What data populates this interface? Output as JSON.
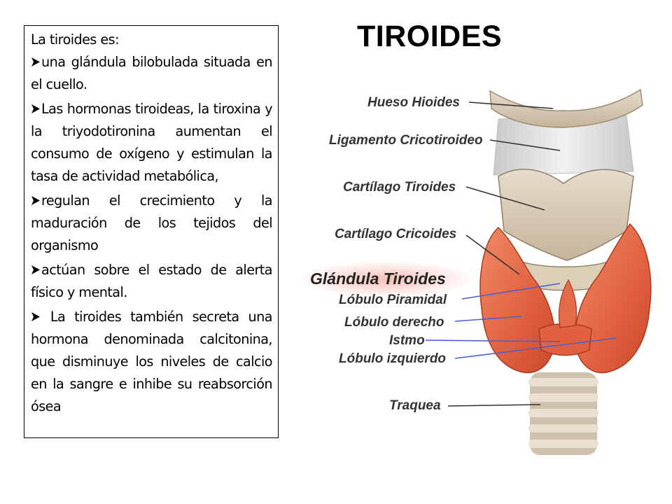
{
  "title": "TIROIDES",
  "textbox": {
    "intro": "La tiroides es:",
    "bullets": [
      "una glándula bilobulada situada en el cuello.",
      "Las hormonas tiroideas, la tiroxina y la triyodotironina aumentan el consumo de oxígeno y estimulan la tasa de actividad metabólica,",
      "regulan el crecimiento y la maduración de los tejidos del organismo",
      "actúan sobre el estado de alerta físico y mental.",
      " La tiroides también secreta una hormona denominada calcitonina, que disminuye los niveles de calcio en la sangre e inhibe su reabsorción ósea"
    ]
  },
  "diagram": {
    "labels": {
      "hueso_hioides": "Hueso Hioides",
      "ligamento": "Ligamento Cricotiroideo",
      "cartilago_tiroides": "Cartílago Tiroides",
      "cartilago_cricoides": "Cartílago Cricoides",
      "glandula": "Glándula Tiroides",
      "lobulo_piramidal": "Lóbulo Piramidal",
      "lobulo_derecho": "Lóbulo derecho",
      "istmo": "Istmo",
      "lobulo_izquierdo": "Lóbulo izquierdo",
      "traquea": "Traquea"
    },
    "colors": {
      "gland": "#e0603f",
      "cartilage": "#d6c7b0",
      "ligament": "#dcdcdc",
      "leader_blue": "#4a5fd0",
      "leader_dark": "#333333"
    }
  }
}
